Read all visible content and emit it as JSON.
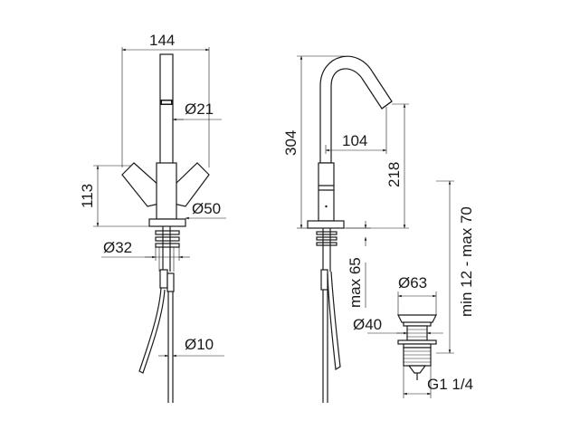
{
  "dimensions": {
    "width_144": "144",
    "diameter_21": "Ø21",
    "height_113": "113",
    "diameter_50": "Ø50",
    "diameter_32": "Ø32",
    "diameter_10": "Ø10",
    "height_304": "304",
    "reach_104": "104",
    "height_218": "218",
    "max_65": "max 65",
    "range_12_70": "min 12 - max 70",
    "diameter_63": "Ø63",
    "diameter_40": "Ø40",
    "thread_g1_14": "G1 1/4"
  }
}
